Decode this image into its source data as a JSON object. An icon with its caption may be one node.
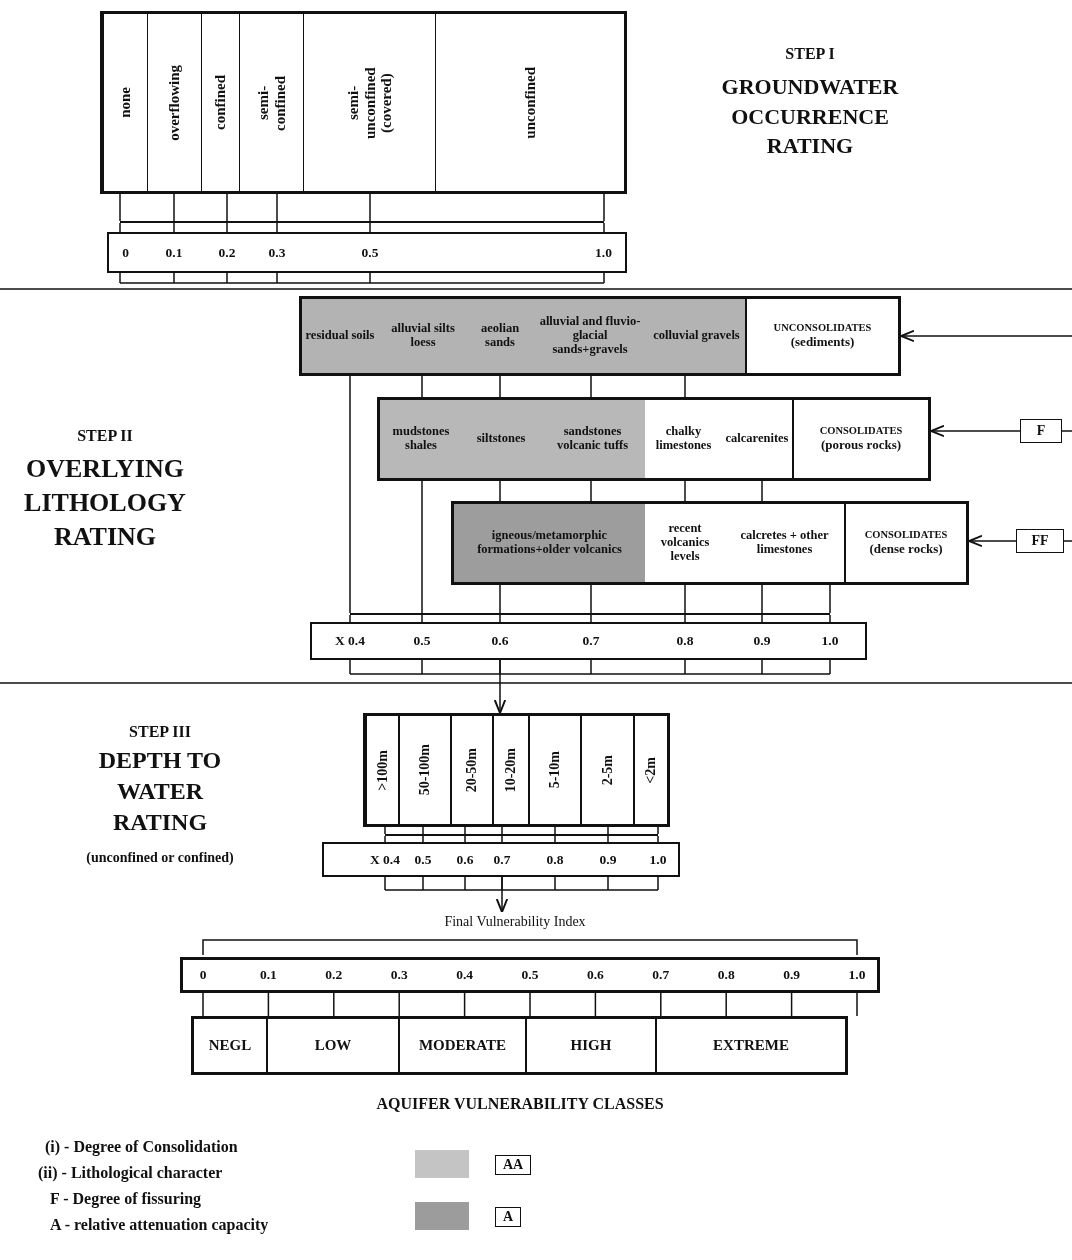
{
  "diagram": {
    "nodes": [
      {
        "text": [],
        "shape": "box"
      },
      {
        "text": [
          "none"
        ],
        "in": 0
      },
      {
        "text": [
          "overflowing"
        ],
        "in": 0
      },
      {
        "text": [
          "confined"
        ],
        "in": 0
      },
      {
        "text": [
          "semi- confined"
        ],
        "in": 0
      },
      {
        "text": [
          "semi- unconfined (covered)"
        ],
        "in": 0
      },
      {
        "text": [
          "unconfined"
        ],
        "in": 0
      },
      {
        "text": [],
        "shape": "bar"
      },
      {
        "text": [
          "0"
        ],
        "in": 7
      },
      {
        "text": [
          "0.1"
        ],
        "in": 7
      },
      {
        "text": [
          "0.2"
        ],
        "in": 7
      },
      {
        "text": [
          "0.3"
        ],
        "in": 7
      },
      {
        "text": [
          "0.5"
        ],
        "in": 7
      },
      {
        "text": [
          "1.0"
        ],
        "in": 7
      },
      {
        "text": [],
        "shape": "box"
      },
      {
        "text": [
          "residual soils"
        ],
        "in": 14
      },
      {
        "text": [
          "alluvial silts loess"
        ],
        "in": 14
      },
      {
        "text": [
          "aeolian sands"
        ],
        "in": 14
      },
      {
        "text": [
          "alluvial and fluvio-glacial sands+gravels"
        ],
        "in": 14
      },
      {
        "text": [
          "colluvial gravels"
        ],
        "in": 14
      },
      {
        "text": [
          "UNCONSOLIDATES",
          "(sediments)"
        ],
        "in": 14
      },
      {
        "text": [],
        "shape": "box"
      },
      {
        "text": [
          "mudstones shales"
        ],
        "in": 21
      },
      {
        "text": [
          "siltstones"
        ],
        "in": 21
      },
      {
        "text": [
          "sandstones volcanic tuffs"
        ],
        "in": 21
      },
      {
        "text": [
          "chalky limestones"
        ],
        "in": 21
      },
      {
        "text": [
          "calcarenites"
        ],
        "in": 21
      },
      {
        "text": [
          "CONSOLIDATES",
          "(porous rocks)"
        ],
        "in": 21
      },
      {
        "text": [
          "F"
        ]
      },
      {
        "text": [],
        "shape": "box"
      },
      {
        "text": [
          "igneous/metamorphic formations+older volcanics"
        ],
        "in": 29
      },
      {
        "text": [
          "recent volcanics levels"
        ],
        "in": 29
      },
      {
        "text": [
          "calcretes + other limestones"
        ],
        "in": 29
      },
      {
        "text": [
          "CONSOLIDATES",
          "(dense rocks)"
        ],
        "in": 29
      },
      {
        "text": [
          "FF"
        ]
      },
      {
        "text": [],
        "shape": "bar"
      },
      {
        "text": [
          "X 0.4"
        ],
        "in": 35
      },
      {
        "text": [
          "0.5"
        ],
        "in": 35
      },
      {
        "text": [
          "0.6"
        ],
        "in": 35
      },
      {
        "text": [
          "0.7"
        ],
        "in": 35
      },
      {
        "text": [
          "0.8"
        ],
        "in": 35
      },
      {
        "text": [
          "0.9"
        ],
        "in": 35
      },
      {
        "text": [
          "1.0"
        ],
        "in": 35
      },
      {
        "text": [],
        "shape": "box"
      },
      {
        "text": [
          ">100m"
        ],
        "in": 43
      },
      {
        "text": [
          "50-100m"
        ],
        "in": 43
      },
      {
        "text": [
          "20-50m"
        ],
        "in": 43
      },
      {
        "text": [
          "10-20m"
        ],
        "in": 43
      },
      {
        "text": [
          "5-10m"
        ],
        "in": 43
      },
      {
        "text": [
          "2-5m"
        ],
        "in": 43
      },
      {
        "text": [
          "<2m"
        ],
        "in": 43
      },
      {
        "text": [],
        "shape": "bar"
      },
      {
        "text": [
          "X 0.4"
        ],
        "in": 51
      },
      {
        "text": [
          "0.5"
        ],
        "in": 51
      },
      {
        "text": [
          "0.6"
        ],
        "in": 51
      },
      {
        "text": [
          "0.7"
        ],
        "in": 51
      },
      {
        "text": [
          "0.8"
        ],
        "in": 51
      },
      {
        "text": [
          "0.9"
        ],
        "in": 51
      },
      {
        "text": [
          "1.0"
        ],
        "in": 51
      },
      {
        "text": [
          "Final Vulnerability Index"
        ]
      },
      {
        "text": [
          "0",
          "0.1",
          "0.2",
          "0.3",
          "0.4",
          "0.5",
          "0.6",
          "0.7",
          "0.8",
          "0.9",
          "1.0"
        ]
      },
      {
        "text": [],
        "shape": "box"
      },
      {
        "text": [
          "NEGL"
        ],
        "in": 61
      },
      {
        "text": [
          "LOW"
        ],
        "in": 61
      },
      {
        "text": [
          "MODERATE"
        ],
        "in": 61
      },
      {
        "text": [
          "HIGH"
        ],
        "in": 61
      },
      {
        "text": [
          "EXTREME"
        ],
        "in": 61
      },
      {
        "text": [],
        "shape": "bar"
      },
      {
        "text": [],
        "shape": "bar"
      },
      {
        "text": [],
        "shape": "bar"
      }
    ],
    "edges": [
      {
        "from": 1,
        "to": 67,
        "arrow": "none"
      },
      {
        "from": 2,
        "to": 67,
        "arrow": "none"
      },
      {
        "from": 3,
        "to": 67,
        "arrow": "none"
      },
      {
        "from": 4,
        "to": 67,
        "arrow": "none"
      },
      {
        "from": 5,
        "to": 67,
        "arrow": "none"
      },
      {
        "from": 6,
        "to": 67,
        "arrow": "none"
      },
      {
        "from": 67,
        "to": 8,
        "arrow": "none"
      },
      {
        "from": 67,
        "to": 9,
        "arrow": "none"
      },
      {
        "from": 67,
        "to": 10,
        "arrow": "none"
      },
      {
        "from": 67,
        "to": 11,
        "arrow": "none"
      },
      {
        "from": 67,
        "to": 12,
        "arrow": "none"
      },
      {
        "from": 67,
        "to": 13,
        "arrow": "none"
      },
      {
        "from": 15,
        "to": 68,
        "arrow": "none"
      },
      {
        "from": 16,
        "to": 21,
        "arrow": "none"
      },
      {
        "from": 17,
        "to": 21,
        "arrow": "none"
      },
      {
        "from": 18,
        "to": 21,
        "arrow": "none"
      },
      {
        "from": 19,
        "to": 21,
        "arrow": "none"
      },
      {
        "from": null,
        "to": 20,
        "arrow": "to"
      },
      {
        "from": 22,
        "to": 68,
        "arrow": "none"
      },
      {
        "from": 23,
        "to": 29,
        "arrow": "none"
      },
      {
        "from": 24,
        "to": 29,
        "arrow": "none"
      },
      {
        "from": 25,
        "to": 29,
        "arrow": "none"
      },
      {
        "from": 26,
        "to": 29,
        "arrow": "none"
      },
      {
        "from": 28,
        "to": 27,
        "arrow": "to"
      },
      {
        "from": null,
        "to": 28,
        "arrow": "none"
      },
      {
        "from": 30,
        "to": 68,
        "arrow": "none"
      },
      {
        "from": 30,
        "to": 68,
        "arrow": "none"
      },
      {
        "from": 31,
        "to": 68,
        "arrow": "none"
      },
      {
        "from": 32,
        "to": 68,
        "arrow": "none"
      },
      {
        "from": 32,
        "to": 68,
        "arrow": "none"
      },
      {
        "from": 34,
        "to": 33,
        "arrow": "to"
      },
      {
        "from": null,
        "to": 34,
        "arrow": "none"
      },
      {
        "from": 68,
        "to": 36,
        "arrow": "none"
      },
      {
        "from": 68,
        "to": 37,
        "arrow": "none"
      },
      {
        "from": 68,
        "to": 38,
        "arrow": "none"
      },
      {
        "from": 68,
        "to": 39,
        "arrow": "none"
      },
      {
        "from": 68,
        "to": 40,
        "arrow": "none"
      },
      {
        "from": 68,
        "to": 41,
        "arrow": "none"
      },
      {
        "from": 68,
        "to": 42,
        "arrow": "none"
      },
      {
        "from": 35,
        "to": 43,
        "arrow": "to"
      },
      {
        "from": 44,
        "to": 69,
        "arrow": "none"
      },
      {
        "from": 45,
        "to": 69,
        "arrow": "none"
      },
      {
        "from": 46,
        "to": 69,
        "arrow": "none"
      },
      {
        "from": 47,
        "to": 69,
        "arrow": "none"
      },
      {
        "from": 48,
        "to": 69,
        "arrow": "none"
      },
      {
        "from": 49,
        "to": 69,
        "arrow": "none"
      },
      {
        "from": 50,
        "to": 69,
        "arrow": "none"
      },
      {
        "from": 69,
        "to": 52,
        "arrow": "none"
      },
      {
        "from": 69,
        "to": 53,
        "arrow": "none"
      },
      {
        "from": 69,
        "to": 54,
        "arrow": "none"
      },
      {
        "from": 69,
        "to": 55,
        "arrow": "none"
      },
      {
        "from": 69,
        "to": 56,
        "arrow": "none"
      },
      {
        "from": 69,
        "to": 57,
        "arrow": "none"
      },
      {
        "from": 69,
        "to": 58,
        "arrow": "none"
      },
      {
        "from": 51,
        "to": 59,
        "arrow": "to"
      },
      {
        "from": 60,
        "to": 61,
        "arrow": "none"
      },
      {
        "from": 60,
        "to": 61,
        "arrow": "none"
      },
      {
        "from": 60,
        "to": 61,
        "arrow": "none"
      },
      {
        "from": 60,
        "to": 61,
        "arrow": "none"
      },
      {
        "from": 60,
        "to": 61,
        "arrow": "none"
      },
      {
        "from": 60,
        "to": 61,
        "arrow": "none"
      },
      {
        "from": 60,
        "to": 61,
        "arrow": "none"
      },
      {
        "from": 60,
        "to": 61,
        "arrow": "none"
      },
      {
        "from": 60,
        "to": 61,
        "arrow": "none"
      },
      {
        "from": 60,
        "to": 61,
        "arrow": "none"
      },
      {
        "from": 60,
        "to": 61,
        "arrow": "none"
      }
    ],
    "labels": [
      "STEP I",
      "GROUNDWATER OCCURRENCE RATING",
      "STEP II",
      "OVERLYING LITHOLOGY RATING",
      "STEP III",
      "DEPTH TO WATER RATING",
      "(unconfined or confined)",
      "AQUIFER VULNERABILITY CLASSES",
      "(i) - Degree of Consolidation",
      "(ii) - Lithological character",
      "F - Degree of fissuring",
      "A - relative attenuation capacity"
    ],
    "legend": [
      {
        "text": "AA",
        "color": "#c4c4c4"
      },
      {
        "text": "A",
        "color": "#9c9c9c"
      }
    ]
  }
}
